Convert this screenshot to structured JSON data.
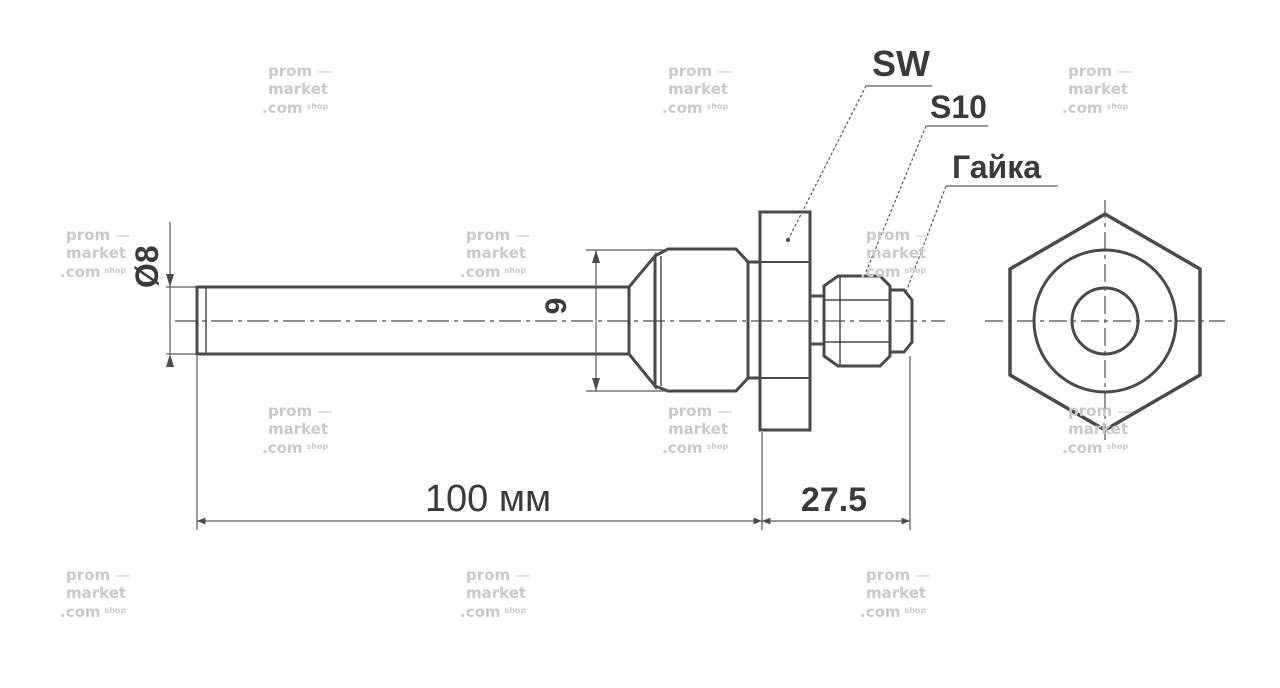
{
  "labels": {
    "sw": "SW",
    "s10": "S10",
    "nut": "Гайка",
    "diam8": "Ø8",
    "d9": "9",
    "length": "100 мм",
    "length2": "27.5"
  },
  "watermark": {
    "line1": "prom",
    "dash": "—",
    "line2": "market",
    "line3": ".com",
    "shop": "shop"
  },
  "colors": {
    "line": "#4a4a4a",
    "thin": "#5a5a5a",
    "watermark": "#c9c9c9",
    "background": "#ffffff"
  }
}
